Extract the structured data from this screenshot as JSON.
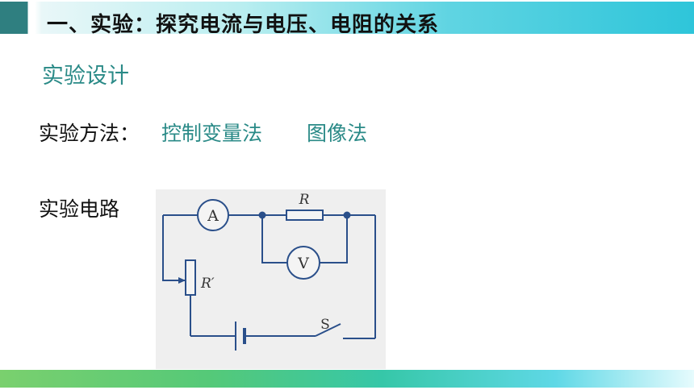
{
  "header": {
    "title": "一、实验：探究电流与电压、电阻的关系"
  },
  "subtitle": "实验设计",
  "method": {
    "label": "实验方法：",
    "items": [
      "控制变量法",
      "图像法"
    ]
  },
  "circuit": {
    "label": "实验电路",
    "ammeter": "A",
    "voltmeter": "V",
    "resistor": "R",
    "rheostat": "R′",
    "switch": "S"
  },
  "colors": {
    "accent": "#2a8a87",
    "header_square": "#2f7f80",
    "bar_gradient_end": "#2ec5da"
  }
}
